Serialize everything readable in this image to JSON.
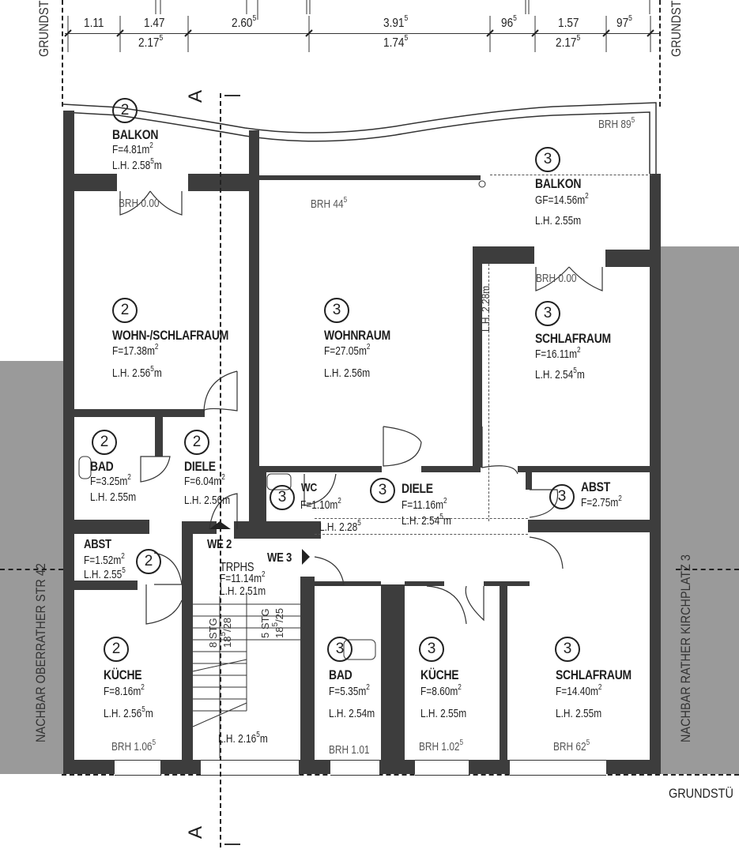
{
  "plan": {
    "type": "floor-plan",
    "dimensions_top": {
      "upper_row": [
        {
          "label": "1.11"
        },
        {
          "label": "1.47"
        },
        {
          "label": "2.60",
          "sup": "5"
        },
        {
          "label": "3.91",
          "sup": "5"
        },
        {
          "label": "96",
          "sup": "5"
        },
        {
          "label": "1.57"
        },
        {
          "label": "97",
          "sup": "5"
        }
      ],
      "lower_row": [
        {
          "label": "2.17",
          "sup": "5"
        },
        {
          "label": "1.74",
          "sup": "5"
        },
        {
          "label": "2.17",
          "sup": "5"
        }
      ]
    },
    "boundary_labels": {
      "top_left": "GRUNDST",
      "top_right": "GRUNDST",
      "bottom_right": "GRUNDSTÜ"
    },
    "neighbors": {
      "left": "NACHBAR OBERRATHER STR 42",
      "right": "NACHBAR RATHER KIRCHPLATZ 3"
    },
    "section_marker": "A",
    "rooms": [
      {
        "unit": "2",
        "name": "BALKON",
        "area": "F=4.81m",
        "area_sup": "2",
        "height": "L.H. 2.58",
        "height_sup": "5",
        "height_unit": "m"
      },
      {
        "unit": "3",
        "name": "BALKON",
        "area": "GF=14.56m",
        "area_sup": "2",
        "height": "L.H. 2.55m"
      },
      {
        "unit": "2",
        "name": "WOHN-/SCHLAFRAUM",
        "area": "F=17.38m",
        "area_sup": "2",
        "height": "L.H. 2.56",
        "height_sup": "5",
        "height_unit": "m"
      },
      {
        "unit": "3",
        "name": "WOHNRAUM",
        "area": "F=27.05m",
        "area_sup": "2",
        "height": "L.H. 2.56m"
      },
      {
        "unit": "3",
        "name": "SCHLAFRAUM",
        "area": "F=16.11m",
        "area_sup": "2",
        "height": "L.H. 2.54",
        "height_sup": "5",
        "height_unit": "m"
      },
      {
        "unit": "2",
        "name": "BAD",
        "area": "F=3.25m",
        "area_sup": "2",
        "height": "L.H. 2.55m"
      },
      {
        "unit": "2",
        "name": "DIELE",
        "area": "F=6.04m",
        "area_sup": "2",
        "height": "L.H. 2.56m"
      },
      {
        "unit": "3",
        "name": "WC",
        "area": "F=1.10m",
        "area_sup": "2"
      },
      {
        "unit": "3",
        "name": "DIELE",
        "area": "F=11.16m",
        "area_sup": "2",
        "height": "L.H. 2.54",
        "height_sup": "5",
        "height_unit": "m",
        "height2": "L.H. 2.28",
        "height2_sup": "5"
      },
      {
        "unit": "3",
        "name": "ABST",
        "area": "F=2.75m",
        "area_sup": "2"
      },
      {
        "unit": "2",
        "name": "ABST",
        "area": "F=1.52m",
        "area_sup": "2",
        "height": "L.H. 2.55",
        "height_sup": "5"
      },
      {
        "unit": "",
        "name": "TRPHS",
        "area": "F=11.14m",
        "area_sup": "2",
        "height": "L.H. 2.51m",
        "height2": "L.H. 2.16",
        "height2_sup": "5",
        "height2_unit": "m"
      },
      {
        "unit": "2",
        "name": "KÜCHE",
        "area": "F=8.16m",
        "area_sup": "2",
        "height": "L.H. 2.56",
        "height_sup": "5",
        "height_unit": "m"
      },
      {
        "unit": "3",
        "name": "BAD",
        "area": "F=5.35m",
        "area_sup": "2",
        "height": "L.H. 2.54m"
      },
      {
        "unit": "3",
        "name": "KÜCHE",
        "area": "F=8.60m",
        "area_sup": "2",
        "height": "L.H. 2.55m"
      },
      {
        "unit": "3",
        "name": "SCHLAFRAUM",
        "area": "F=14.40m",
        "area_sup": "2",
        "height": "L.H. 2.55m"
      }
    ],
    "brh_labels": [
      {
        "label": "BRH 89",
        "sup": "5"
      },
      {
        "label": "BRH 0.00"
      },
      {
        "label": "BRH 44",
        "sup": "5"
      },
      {
        "label": "BRH 0.00"
      },
      {
        "label": "BRH 1.06",
        "sup": "5"
      },
      {
        "label": "BRH 1.01"
      },
      {
        "label": "BRH 1.02",
        "sup": "5"
      },
      {
        "label": "BRH 62",
        "sup": "5"
      }
    ],
    "vertical_height_label": "L.H. 2.28m",
    "entrances": [
      {
        "label": "WE 2"
      },
      {
        "label": "WE 3"
      }
    ],
    "stairs": [
      {
        "steps": "8 STG",
        "ratio": "18",
        "ratio_sup": "5",
        "ratio_end": "/28"
      },
      {
        "steps": "5 STG",
        "ratio": "18",
        "ratio_sup": "5",
        "ratio_end": "/25"
      }
    ]
  }
}
